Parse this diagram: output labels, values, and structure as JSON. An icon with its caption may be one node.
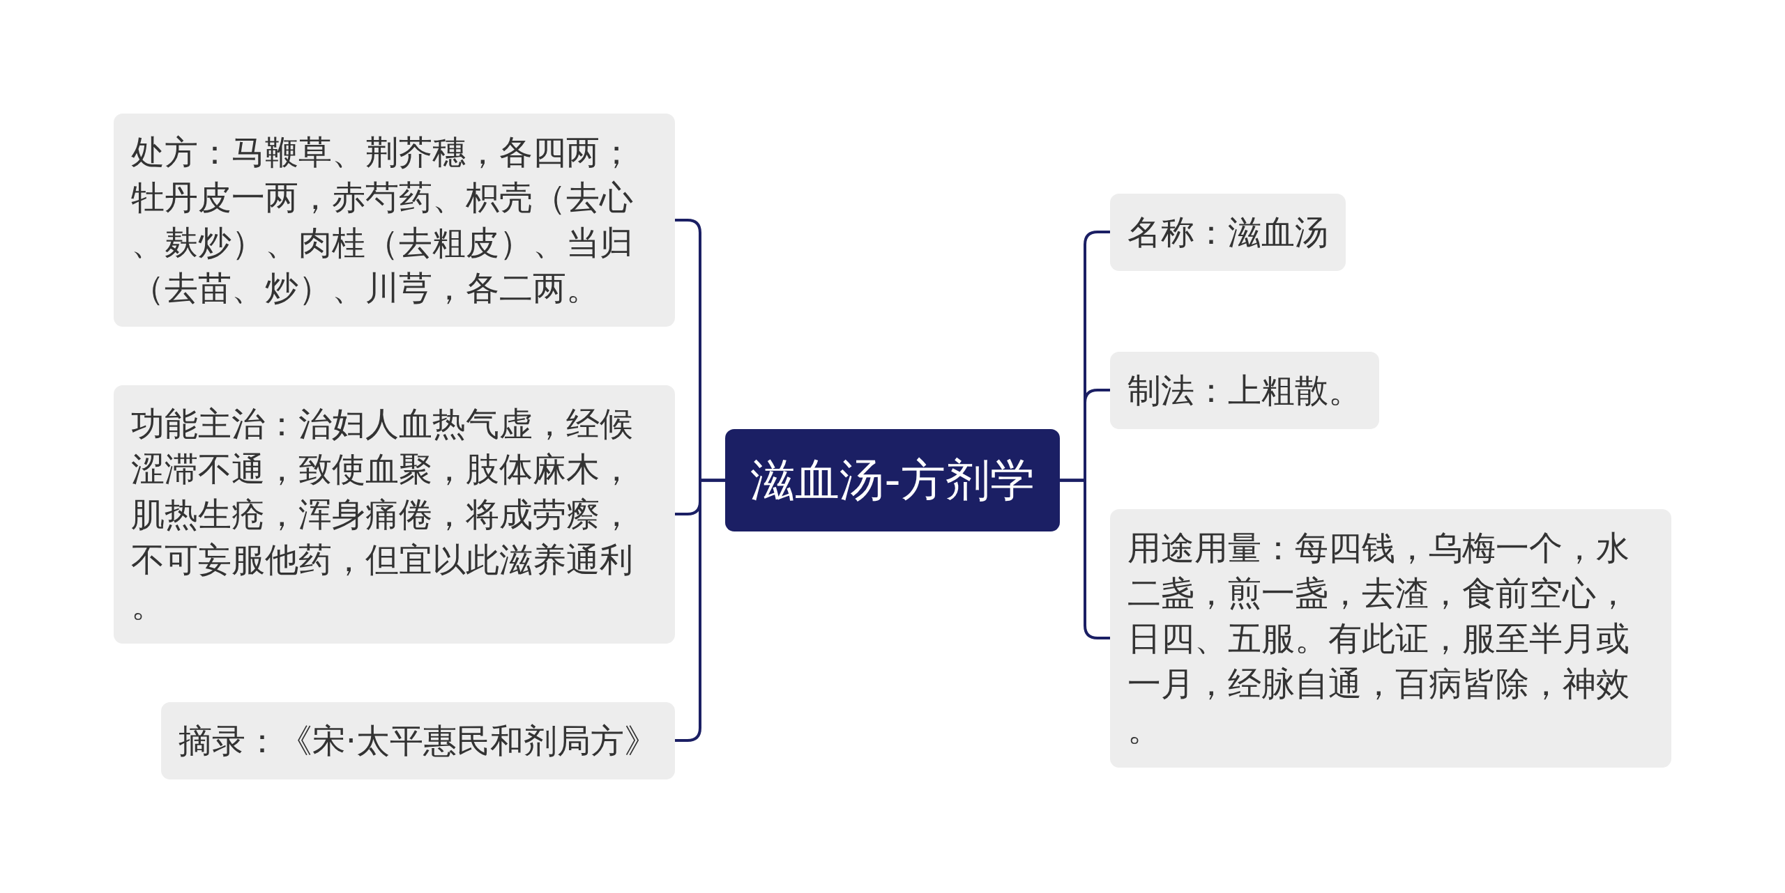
{
  "diagram": {
    "nodes": [
      {
        "text": [
          "滋血汤-方剂学"
        ]
      },
      {
        "text": [
          "处方：马鞭草、荆芥穗，各四两；牡丹皮一两，赤芍药、枳壳（去心、麸炒）、肉桂（去粗皮）、当归（去苗、炒）、川芎，各二两。"
        ]
      },
      {
        "text": [
          "功能主治：治妇人血热气虚，经候涩滞不通，致使血聚，肢体麻木，肌热生疮，浑身痛倦，将成劳瘵，不可妄服他药，但宜以此滋养通利。"
        ]
      },
      {
        "text": [
          "摘录：《宋·太平惠民和剂局方》"
        ]
      },
      {
        "text": [
          "名称：滋血汤"
        ]
      },
      {
        "text": [
          "制法：上粗散。"
        ]
      },
      {
        "text": [
          "用途用量：每四钱，乌梅一个，水二盏，煎一盏，去渣，食前空心，日四、五服。有此证，服至半月或一月，经脉自通，百病皆除，神效。"
        ]
      }
    ],
    "edges": [
      {
        "from": 0,
        "to": 1,
        "arrow": "none"
      },
      {
        "from": 0,
        "to": 2,
        "arrow": "none"
      },
      {
        "from": 0,
        "to": 3,
        "arrow": "none"
      },
      {
        "from": 0,
        "to": 4,
        "arrow": "none"
      },
      {
        "from": 0,
        "to": 5,
        "arrow": "none"
      },
      {
        "from": 0,
        "to": 6,
        "arrow": "none"
      }
    ]
  }
}
